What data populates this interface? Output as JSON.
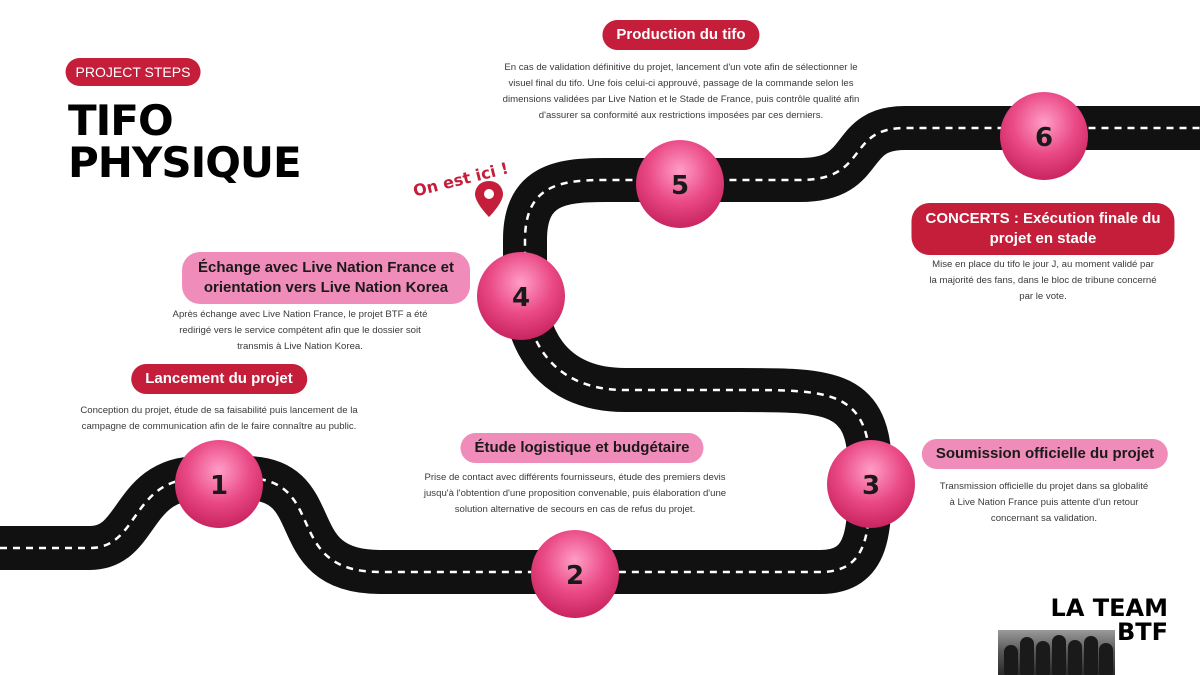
{
  "tag": "PROJECT STEPS",
  "title": {
    "line1": "TIFO",
    "line2": "PHYSIQUE"
  },
  "marker": "On est ici !",
  "steps": [
    {
      "num": "1",
      "title": "Lancement  du projet",
      "lines": [
        "Conception du projet, étude de sa faisabilité puis lancement de la",
        "campagne de communication afin de le faire connaître au public."
      ]
    },
    {
      "num": "2",
      "title": "Étude logistique et budgétaire",
      "lines": [
        "Prise de contact avec différents fournisseurs, étude des premiers devis",
        "jusqu'à l'obtention d'une proposition convenable, puis élaboration d'une",
        "solution alternative de secours en cas de refus du projet."
      ]
    },
    {
      "num": "3",
      "title": "Soumission officielle du projet",
      "lines": [
        "Transmission officielle du projet dans sa globalité",
        "à Live Nation France puis attente d'un retour",
        "concernant sa validation."
      ]
    },
    {
      "num": "4",
      "title_lines": [
        "Échange avec Live Nation France et",
        "orientation vers Live Nation Korea"
      ],
      "lines": [
        "Après échange avec Live Nation France, le projet BTF a été",
        "redirigé vers le service compétent afin que le dossier soit",
        "transmis à Live Nation Korea."
      ]
    },
    {
      "num": "5",
      "title": "Production du tifo",
      "lines": [
        "En cas de validation définitive du projet, lancement d'un vote afin de sélectionner le",
        "visuel final du tifo. Une fois celui-ci approuvé, passage de la commande selon les",
        "dimensions validées par Live Nation et le Stade de France, puis contrôle qualité afin",
        "d'assurer sa conformité aux restrictions imposées par ces derniers."
      ]
    },
    {
      "num": "6",
      "title_lines": [
        "CONCERTS : Exécution finale du",
        "projet en stade"
      ],
      "lines": [
        "Mise en place du tifo le jour J, au moment validé par",
        "la majorité des fans, dans le bloc de tribune concerné",
        "par le vote."
      ]
    }
  ],
  "team": {
    "line1": "LA TEAM",
    "line2": "BTF"
  },
  "colors": {
    "dark_red": "#c41e3a",
    "pink": "#f08cba",
    "road": "#111111",
    "circle": "#e8437e"
  }
}
